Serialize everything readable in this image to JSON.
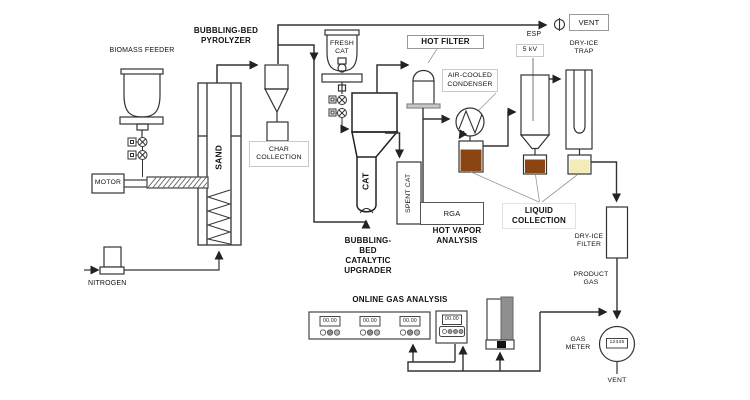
{
  "colors": {
    "bio_oil": "#8B4513",
    "light_oil": "#F2ECB8",
    "device_gray": "#8f8f8f",
    "line": "#333333"
  },
  "feeder": {
    "title": "BIOMASS FEEDER",
    "motor": "MOTOR",
    "nitrogen": "NITROGEN"
  },
  "pyrolyzer": {
    "title": "BUBBLING-BED\nPYROLYZER",
    "bed_label": "SAND",
    "char_label": "CHAR\nCOLLECTION"
  },
  "upgrader": {
    "title": "BUBBLING-\nBED\nCATALYTIC\nUPGRADER",
    "fresh_cat": "FRESH\nCAT",
    "bed_label": "CAT",
    "spent_cat": "SPENT CAT"
  },
  "hot_filter": {
    "label": "HOT FILTER"
  },
  "condenser": {
    "label": "AIR-COOLED\nCONDENSER"
  },
  "hot_vapor": {
    "rga": "RGA",
    "label": "HOT VAPOR\nANALYSIS"
  },
  "liquid_collection": {
    "label": "LIQUID\nCOLLECTION"
  },
  "esp": {
    "label": "ESP",
    "voltage": "5 kV"
  },
  "dry_ice_trap": {
    "label": "DRY-ICE\nTRAP"
  },
  "dry_ice_filter": {
    "label": "DRY-ICE\nFILTER"
  },
  "product_gas": {
    "label": "PRODUCT\nGAS"
  },
  "online_gas": {
    "title": "ONLINE GAS ANALYSIS",
    "display_value": "00.00"
  },
  "gas_meter": {
    "label": "GAS\nMETER",
    "reading": "12345",
    "vent": "VENT"
  },
  "vent_top": {
    "label": "VENT"
  }
}
